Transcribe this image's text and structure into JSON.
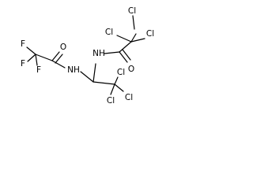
{
  "molecule": {
    "atoms": {
      "f1": "F",
      "f2": "F",
      "f3": "F",
      "o_tfa": "O",
      "nh_left": "NH",
      "nh_top": "NH",
      "o_tca": "O",
      "cl_top_left": "Cl",
      "cl_top_mid": "Cl",
      "cl_top_right": "Cl",
      "cl_bot_top": "Cl",
      "cl_bot_right": "Cl",
      "cl_bot_left": "Cl"
    }
  }
}
